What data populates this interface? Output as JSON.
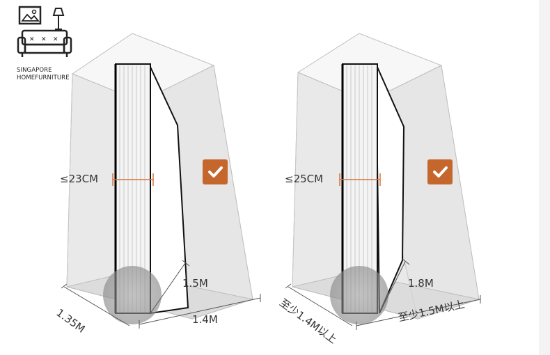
{
  "brand": {
    "line1": "SINGAPORE",
    "line2": "HOMEFURNITURE",
    "icon": "sofa-with-picture-and-lamp-icon"
  },
  "left_panel": {
    "thickness": "≤23CM",
    "height": "1.5M",
    "width": "1.4M",
    "depth": "1.35M",
    "status_icon": "checkmark-icon"
  },
  "right_panel": {
    "thickness": "≤25CM",
    "height": "1.8M",
    "width": "至少1.5M以上",
    "depth": "至少1.4M以上",
    "status_icon": "checkmark-icon"
  },
  "colors": {
    "accent": "#c5662d",
    "dimension_line": "#d9733a",
    "box_fill": "#eeeeee"
  }
}
